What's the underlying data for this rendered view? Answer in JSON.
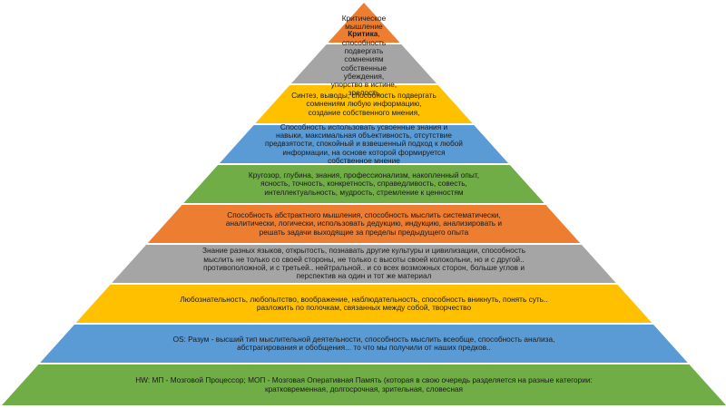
{
  "colors": {
    "orange": "#ed7d31",
    "gray": "#a5a5a5",
    "yellow": "#ffc000",
    "blue": "#5b9bd5",
    "green": "#70ad47"
  },
  "layers": [
    {
      "color": "orange",
      "lines": [
        "Критическое",
        "мышление"
      ]
    },
    {
      "color": "gray",
      "bold": "Критика",
      "lines": [
        ", способность",
        "подвергать сомнениям",
        "собственные убеждения,",
        "упорство в истине, зрелость"
      ]
    },
    {
      "color": "yellow",
      "lines": [
        "Синтез, выводы, способность подвергать",
        "сомнениям любую информацию,",
        "создание собственного мнения,"
      ]
    },
    {
      "color": "blue",
      "lines": [
        "Способность использовать усвоенные знания и",
        "навыки, максимальная объективность, отсутствие",
        "предвзятости, спокойный и взвешенный подход к любой",
        "информации, на основе которой формируется",
        "собственное мнение"
      ]
    },
    {
      "color": "green",
      "lines": [
        "Кругозор, глубина, знания, профессионализм, накопленный опыт,",
        "ясность, точность, конкретность, справедливость, совесть,",
        "интеллектуальность, мудрость, стремление к ценностям"
      ]
    },
    {
      "color": "orange",
      "lines": [
        "Способность абстрактного мышления, способность мыслить систематически,",
        "аналитически, логически, использовать дедукцию, индукцию, анализировать и",
        "решать задачи выходящие за пределы предыдущего опыта"
      ]
    },
    {
      "color": "gray",
      "lines": [
        "Знание разных языков, открытость, познавать другие культуры и цивилизации, способность",
        "мыслить не только со своей стороны, не только с высоты своей колокольни, но и с другой..",
        "противоположной, и с третьей.. нейтральной.. и со всех возможных сторон, больше углов и",
        "перспектив на один и тот же материал"
      ]
    },
    {
      "color": "yellow",
      "lines": [
        "Любознательность, любопытство, воображение, наблюдательность, способность вникнуть, понять суть..",
        "разложить по полочкам, связанных между собой, творчество"
      ]
    },
    {
      "color": "blue",
      "lines": [
        "OS: Разум - высший тип мыслительной деятельности, способность мыслить всеобще, способность анализа,",
        "абстрагирования и обобщения... то что мы получили от наших предков.."
      ]
    },
    {
      "color": "green",
      "lines": [
        "HW: МП - Мозговой Процессор; МОП - Мозговая Оперативная Память (которая в свою очередь разделяется на разные категории:",
        "кратковременная, долгосрочная, зрительная, словесная"
      ]
    }
  ]
}
